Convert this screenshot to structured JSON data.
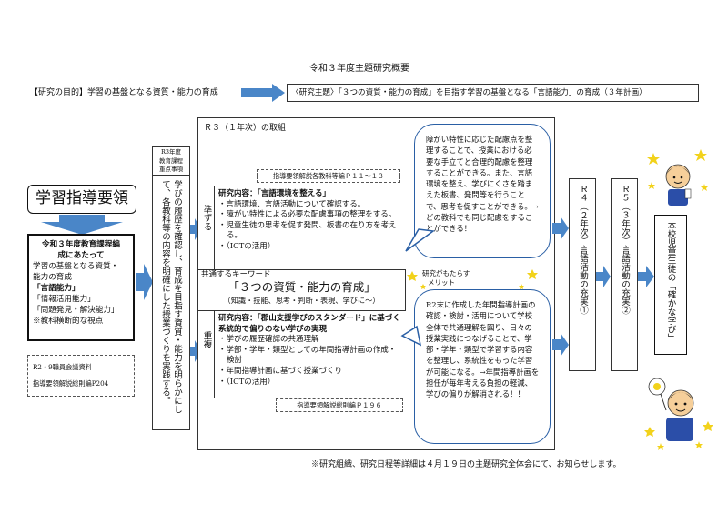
{
  "title": "令和３年度主題研究概要",
  "purpose_label": "【研究の目的】学習の基盤となる資質・能力の育成",
  "theme_text": "〈研究主題〉「３つの資質・能力の育成」を目指す学習の基盤となる「言語能力」の育成（３年計画）",
  "left": {
    "guideline_title": "学習指導要領",
    "box_title1": "令和３年度教育課程編",
    "box_title2": "成にあたって",
    "line1": "学習の基盤となる資質・",
    "line2": "能力の育成",
    "line3": "「言語能力」",
    "line4": "「情報活用能力」",
    "line5": "「問題発見・解決能力」",
    "line6": "※教科横断的な視点",
    "ref1": "R2・9職員会議資料",
    "ref2": "指導要領解説総則編P204"
  },
  "mid_left": {
    "head1": "R3年度",
    "head2": "教育課程",
    "head3": "重点事項",
    "vertical_text": "学びの履歴を確認し、育成を目指す資質・能力を明らかにして、各教科等の内容を明確にした授業づくりを実践する。"
  },
  "center": {
    "frame_title": "Ｒ３（１年次）の取組",
    "ref_top": "指導要領解説各教科等編Ｐ１１～１３",
    "junzuru": "準ずる",
    "research1_title": "研究内容：「言語環境を整える」",
    "research1_items": [
      "・言語環境、言語活動について確認する。",
      "・障がい特性による必要な配慮事項の整理をする。",
      "・児童生徒の思考を促す発問、板書の在り方を考える。",
      "・（ICTの活用）"
    ],
    "keyword_label": "共通するキーワード",
    "keyword_main": "「３つの資質・能力の育成」",
    "keyword_sub": "（知識・技能、思考・判断・表現、学びに～）",
    "chofuku": "重複",
    "research2_title": "研究内容：「郡山支援学びのスタンダード」に基づく系統的で偏りのない学びの実現",
    "research2_items": [
      "・学びの履歴確認の共通理解",
      "・学部・学年・類型としての年間指導計画の作成・検討",
      "・年間指導計画に基づく授業づくり",
      "・（ICTの活用）"
    ],
    "ref_bottom": "指導要領解説総則編Ｐ１９６"
  },
  "bubble_top": "障がい特性に応じた配慮点を整理することで、授業における必要な手立てと合理的配慮を整理することができる。また、言語環境を整え、学びにくさを踏まえた板書、発問等を行うことで、思考を促すことができる。→どの教科でも同じ配慮をすることができる！",
  "merit_label1": "研究がもたらす",
  "merit_label2": "メリット",
  "bubble_bottom": "R2末に作成した年間指導計画の確認・検討・活用について学校全体で共通理解を図り、日々の授業実践につなげることで、学部・学年・類型で学習する内容を整理し、系統性をもった学習が可能になる。→年間指導計画を担任が毎年考える負担の軽減、学びの偏りが解消される！！",
  "r4_text": "Ｒ４（２年次）言語活動の充実①",
  "r5_text": "Ｒ５（３年次）言語活動の充実②",
  "goal_text": "本校児童生徒の「確かな学び」",
  "footer": "※研究組織、研究日程等詳細は４月１９日の主題研究全体会にて、お知らせします。",
  "colors": {
    "arrow": "#4a86c8",
    "bubble_border": "#2a5fa5",
    "star": "#f2d21b"
  }
}
